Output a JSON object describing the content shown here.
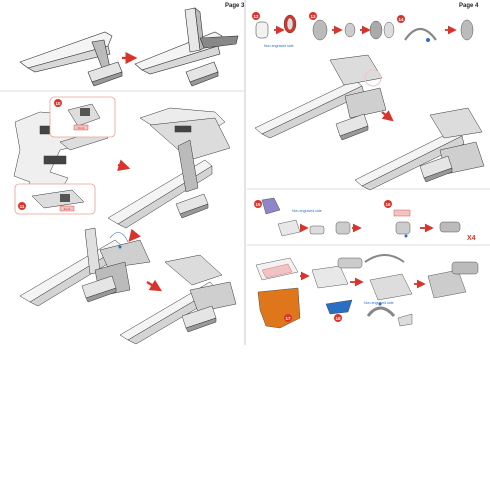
{
  "pages": {
    "left": {
      "label": "Page 3"
    },
    "right": {
      "label": "Page 4"
    }
  },
  "steps": {
    "s10": "10",
    "s11": "11",
    "s12": "12",
    "s13": "13",
    "s14": "14",
    "s15": "15",
    "s16": "16",
    "s17": "17",
    "s18": "18"
  },
  "labels": {
    "non_engraved_1": "Non-engraved side",
    "non_engraved_2": "Non-engraved side",
    "non_engraved_3": "Non-engraved side",
    "front_1": "Front",
    "front_2": "Front",
    "multiplier": "X4"
  },
  "colors": {
    "arrow_red": "#d9342b",
    "callout_outline": "#e8a48e",
    "accent_blue": "#2a6fc4",
    "part_orange": "#e0761c",
    "part_purple": "#8e86c8",
    "part_pink": "#f0c4c4",
    "divider": "#bdbdbd"
  }
}
